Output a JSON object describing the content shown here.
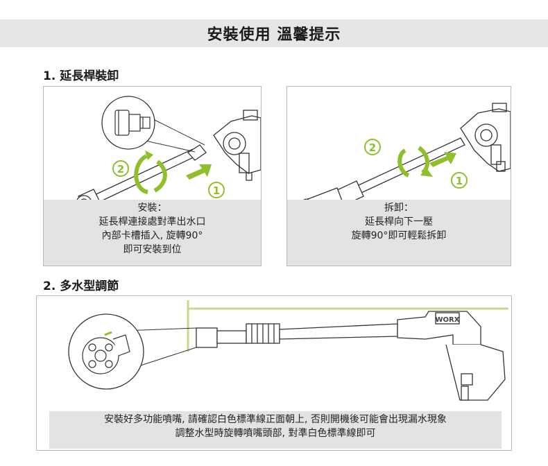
{
  "header": {
    "title": "安裝使用 溫馨提示"
  },
  "sections": [
    {
      "title": "1. 延長桿裝卸",
      "panels": [
        {
          "step_labels": [
            "2",
            "1"
          ],
          "caption_lines": [
            "安裝：",
            "延長桿連接處對準出水口",
            "內部卡槽插入, 旋轉90°",
            "即可安裝到位"
          ]
        },
        {
          "step_labels": [
            "2",
            "1"
          ],
          "caption_lines": [
            "拆卸：",
            "延長桿向下一壓",
            "旋轉90°即可輕鬆拆卸"
          ]
        }
      ]
    },
    {
      "title": "2. 多水型調節",
      "panel": {
        "brand_mark": "WORX",
        "caption_lines": [
          "安裝好多功能噴嘴, 請確認白色標準線正面朝上, 否則開機後可能會出現漏水現象",
          "調整水型時旋轉噴嘴頭部, 對準白色標準線即可"
        ]
      }
    }
  ],
  "colors": {
    "accent_green": "#8fbf2a",
    "caption_bg": "#e3e3e3",
    "header_bg": "#e6e6e6"
  }
}
